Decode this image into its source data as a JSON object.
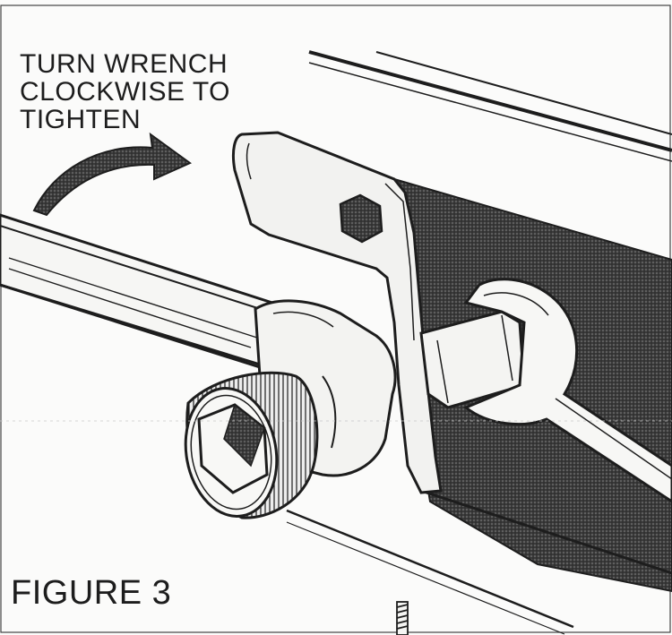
{
  "instruction": {
    "line1": "TURN WRENCH",
    "line2": "CLOCKWISE TO",
    "line3": "TIGHTEN"
  },
  "figure": {
    "label": "FIGURE 3"
  },
  "colors": {
    "ink": "#1d1d1d",
    "paper": "#fbfbfa",
    "dark_fill": "#2a2a2a",
    "halftone": "#6e6e6e"
  },
  "icons": {
    "rotation_arrow": "clockwise-arrow-icon",
    "socket_wrench": "socket-wrench-icon",
    "open_end_wrench": "open-end-wrench-icon",
    "hex_bolt": "hex-bolt-icon"
  }
}
